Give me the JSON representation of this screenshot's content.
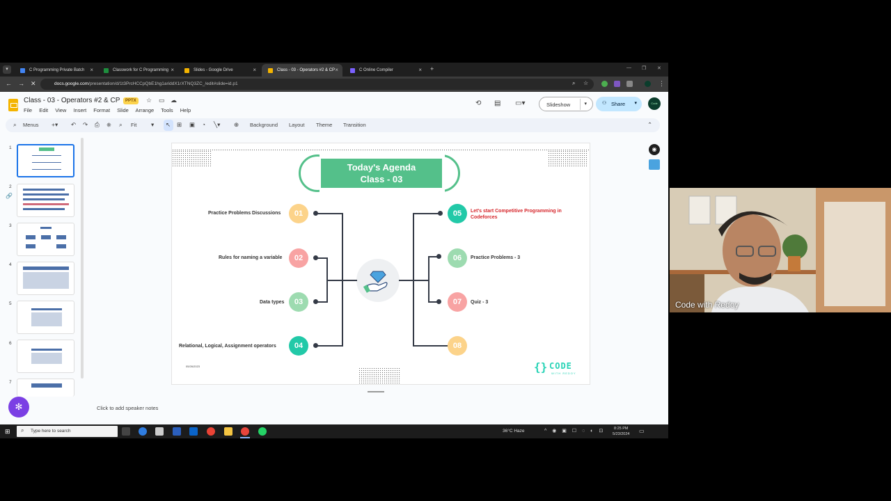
{
  "browser": {
    "tabs": [
      {
        "label": "C Programming Private Batch",
        "favicon_color": "#4285f4"
      },
      {
        "label": "Classwork for C Programming",
        "favicon_color": "#1e8e3e"
      },
      {
        "label": "Slides - Google Drive",
        "favicon_color": "#f4b400"
      },
      {
        "label": "Class - 03 - Operators #2 & CP",
        "favicon_color": "#f4b400"
      },
      {
        "label": "C Online Compiler",
        "favicon_color": "#7b61ff"
      }
    ],
    "new_tab": "+",
    "url_host": "docs.google.com",
    "url_path": "/presentation/d/1t3PrcHCCpQbE1hg1ariddX1rXTNQ3ZC_/edit#slide=id.p1"
  },
  "app": {
    "title": "Class - 03 - Operators #2 & CP",
    "badge": "PPTX",
    "menu": [
      "File",
      "Edit",
      "View",
      "Insert",
      "Format",
      "Slide",
      "Arrange",
      "Tools",
      "Help"
    ],
    "slideshow_label": "Slideshow",
    "share_label": "Share",
    "avatar_text": "Code"
  },
  "toolbar": {
    "menus_label": "Menus",
    "zoom_label": "Fit",
    "items": [
      "Background",
      "Layout",
      "Theme",
      "Transition"
    ]
  },
  "filmstrip": {
    "numbers": [
      "1",
      "2",
      "3",
      "4",
      "5",
      "6",
      "7"
    ]
  },
  "slide": {
    "title_line1": "Today's Agenda",
    "title_line2": "Class - 03",
    "date": "05/26/2023",
    "logo_text": "CODE",
    "logo_sub": "WITH REDOY",
    "left_items": [
      {
        "num": "01",
        "label": "Practice Problems Discussions",
        "color": "#fcd38a"
      },
      {
        "num": "02",
        "label": "Rules for naming a variable",
        "color": "#f8a3a3"
      },
      {
        "num": "03",
        "label": "Data types",
        "color": "#9ddbb0"
      },
      {
        "num": "04",
        "label": "Relational, Logical, Assignment operators",
        "color": "#22c9a8"
      }
    ],
    "right_items": [
      {
        "num": "05",
        "label": "Let's start Competitive Programming in Codeforces",
        "color": "#22c9a8",
        "label_color": "#d6262b"
      },
      {
        "num": "06",
        "label": "Practice Problems - 3",
        "color": "#9ddbb0",
        "label_color": "#333333"
      },
      {
        "num": "07",
        "label": "Quiz - 3",
        "color": "#f8a3a3",
        "label_color": "#333333"
      },
      {
        "num": "08",
        "label": "",
        "color": "#fcd38a",
        "label_color": "#333333"
      }
    ],
    "accent": "#54c08a"
  },
  "notes": {
    "placeholder": "Click to add speaker notes"
  },
  "taskbar": {
    "search_placeholder": "Type here to search",
    "weather": "36°C Haze",
    "time": "8:25 PM",
    "date": "5/23/2024"
  },
  "webcam": {
    "name": "Code with Redoy"
  }
}
